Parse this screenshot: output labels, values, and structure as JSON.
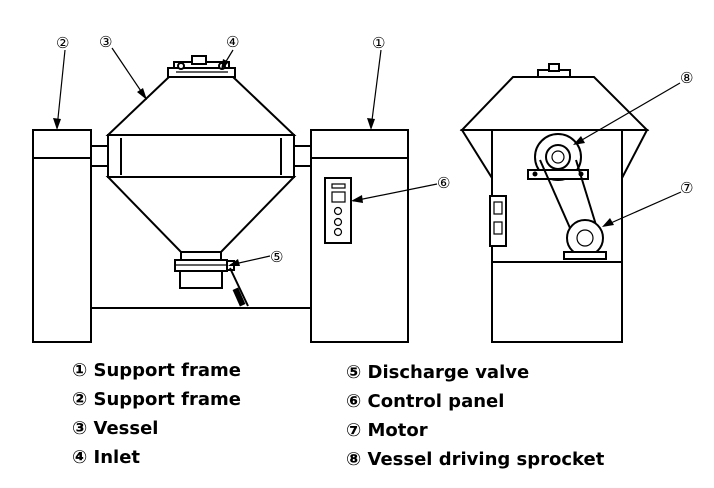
{
  "callouts": {
    "c1": "①",
    "c2": "②",
    "c3": "③",
    "c4": "④",
    "c5": "⑤",
    "c6": "⑥",
    "c7": "⑦",
    "c8": "⑧"
  },
  "legend": {
    "left": [
      "① Support frame",
      "② Support frame",
      "③ Vessel",
      "④ Inlet"
    ],
    "right": [
      "⑤ Discharge valve",
      "⑥ Control panel",
      "⑦ Motor",
      "⑧ Vessel driving sprocket"
    ]
  }
}
